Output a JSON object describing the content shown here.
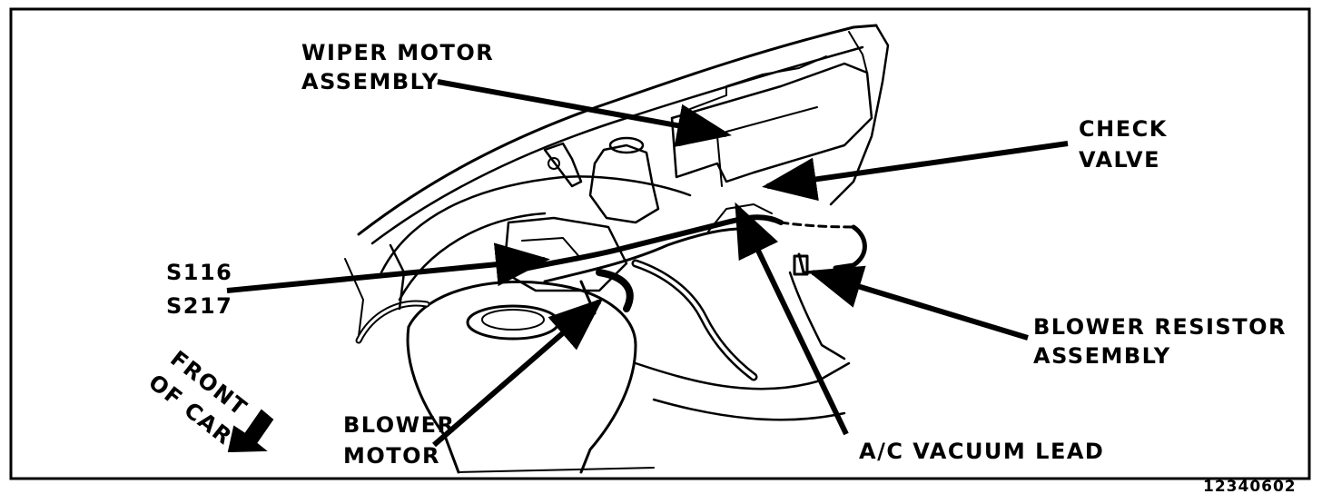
{
  "labels": {
    "wiper_motor": [
      "WIPER MOTOR",
      "ASSEMBLY"
    ],
    "check_valve": [
      "CHECK",
      "VALVE"
    ],
    "splices": [
      "S116",
      "S217"
    ],
    "blower_resistor": [
      "BLOWER RESISTOR",
      "ASSEMBLY"
    ],
    "blower_motor": [
      "BLOWER",
      "MOTOR"
    ],
    "ac_vacuum_lead": "A/C VACUUM LEAD",
    "front_of_car": [
      "FRONT",
      "OF CAR"
    ]
  },
  "figure_number": "12340602"
}
